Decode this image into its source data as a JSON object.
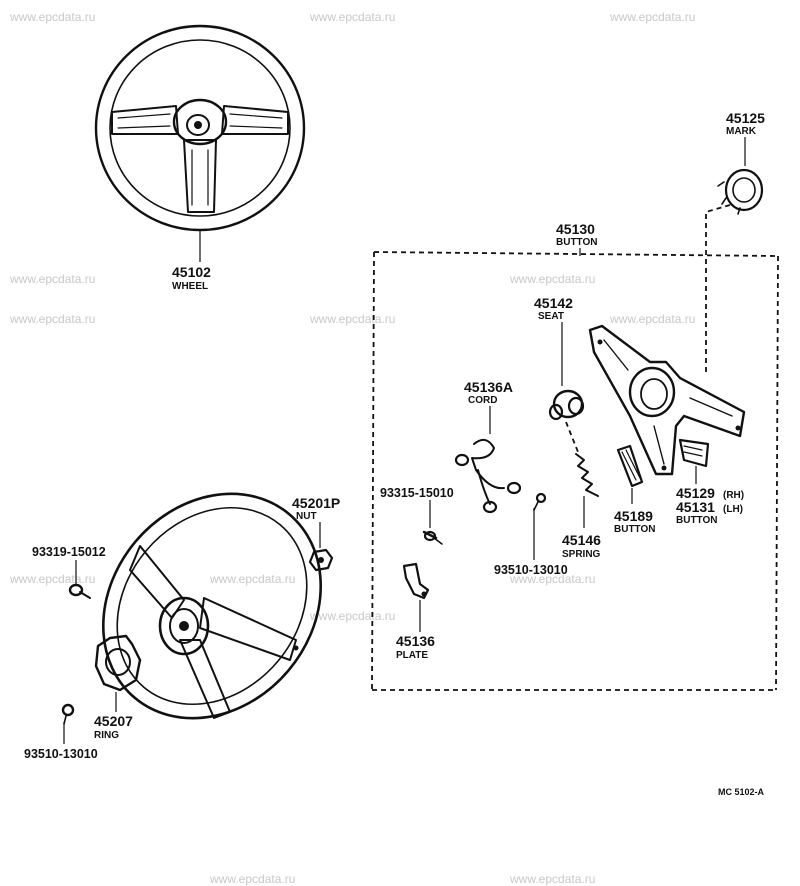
{
  "watermark": "www.epcdata.ru",
  "parts": {
    "p45102": {
      "number": "45102",
      "name": "WHEEL"
    },
    "p45125": {
      "number": "45125",
      "name": "MARK"
    },
    "p45130": {
      "number": "45130",
      "name": "BUTTON"
    },
    "p45142": {
      "number": "45142",
      "name": "SEAT"
    },
    "p45136A": {
      "number": "45136A",
      "name": "CORD"
    },
    "p45201P": {
      "number": "45201P",
      "name": "NUT"
    },
    "p93315": {
      "number": "93315-15010"
    },
    "p93319": {
      "number": "93319-15012"
    },
    "p93510_mid": {
      "number": "93510-13010"
    },
    "p45146": {
      "number": "45146",
      "name": "SPRING"
    },
    "p45189": {
      "number": "45189",
      "name": "BUTTON"
    },
    "p45129": {
      "number": "45129",
      "suffix": "(RH)"
    },
    "p45131": {
      "number": "45131",
      "suffix": "(LH)",
      "name": "BUTTON"
    },
    "p45136": {
      "number": "45136",
      "name": "PLATE"
    },
    "p45207": {
      "number": "45207",
      "name": "RING"
    },
    "p93510_low": {
      "number": "93510-13010"
    }
  },
  "diagram_code": "MC  5102-A"
}
